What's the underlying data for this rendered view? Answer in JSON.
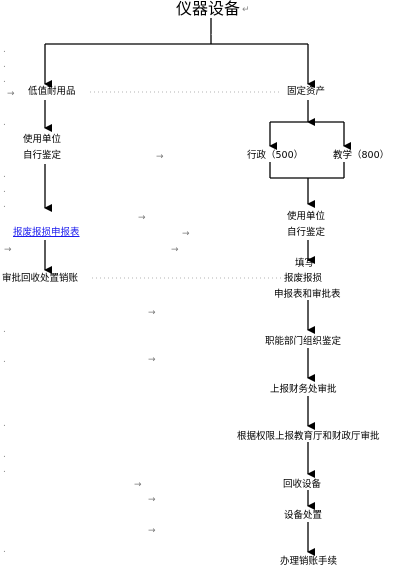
{
  "title": "仪器设备",
  "left": {
    "low_value": "低值耐用品",
    "unit_self_check": [
      "使用单位",
      "自行鉴定"
    ],
    "scrap_form_link": "报废报损申报表",
    "approve_recover": "审批回收处置销账"
  },
  "right": {
    "fixed_assets": "固定资产",
    "admin": "行政（500）",
    "teaching": "教学（800）",
    "unit_self_check": [
      "使用单位",
      "自行鉴定"
    ],
    "fill_form": [
      "填写",
      "报废报损",
      "申报表和审批表"
    ],
    "dept_appraisal": "职能部门组织鉴定",
    "finance_approval": "上报财务处审批",
    "authority_approval": "根据权限上报教育厅和财政厅审批",
    "recover": "回收设备",
    "disposal": "设备处置",
    "writeoff": "办理销账手续"
  },
  "colors": {
    "link": "#1a1aee",
    "line": "#000000",
    "dots": "#9a9a9a"
  }
}
